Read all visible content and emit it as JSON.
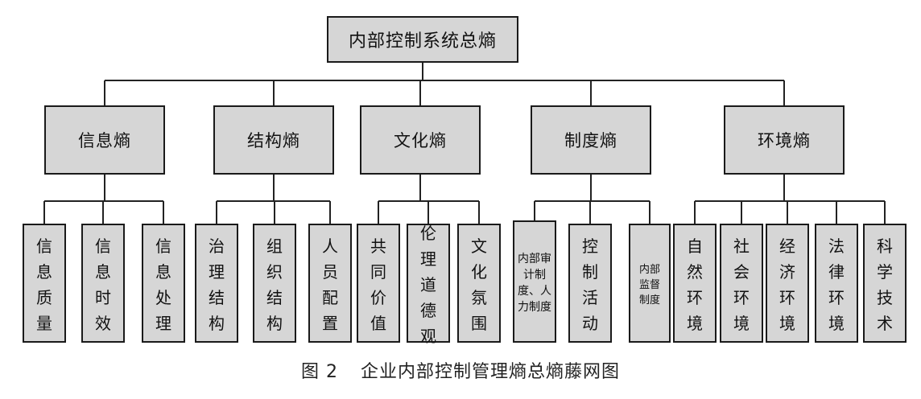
{
  "root": {
    "label": "内部控制系统总熵"
  },
  "categories": [
    {
      "label": "信息熵",
      "children": [
        "信息质量",
        "信息时效",
        "信息处理"
      ]
    },
    {
      "label": "结构熵",
      "children": [
        "治理结构",
        "组织结构",
        "人员配置"
      ]
    },
    {
      "label": "文化熵",
      "children": [
        "共同价值",
        "伦理道德观",
        "文化氛围"
      ]
    },
    {
      "label": "制度熵",
      "children": [
        "内部审计制度、人力制度",
        "控制活动",
        "内部监督制度"
      ]
    },
    {
      "label": "环境熵",
      "children": [
        "自然环境",
        "社会环境",
        "经济环境",
        "法律环境",
        "科学技术"
      ]
    }
  ],
  "caption": {
    "number": "图 2",
    "title": "企业内部控制管理熵总熵藤网图"
  },
  "colors": {
    "box_fill": "#d6d6d6",
    "box_border": "#1a1a1a",
    "line": "#222222"
  }
}
